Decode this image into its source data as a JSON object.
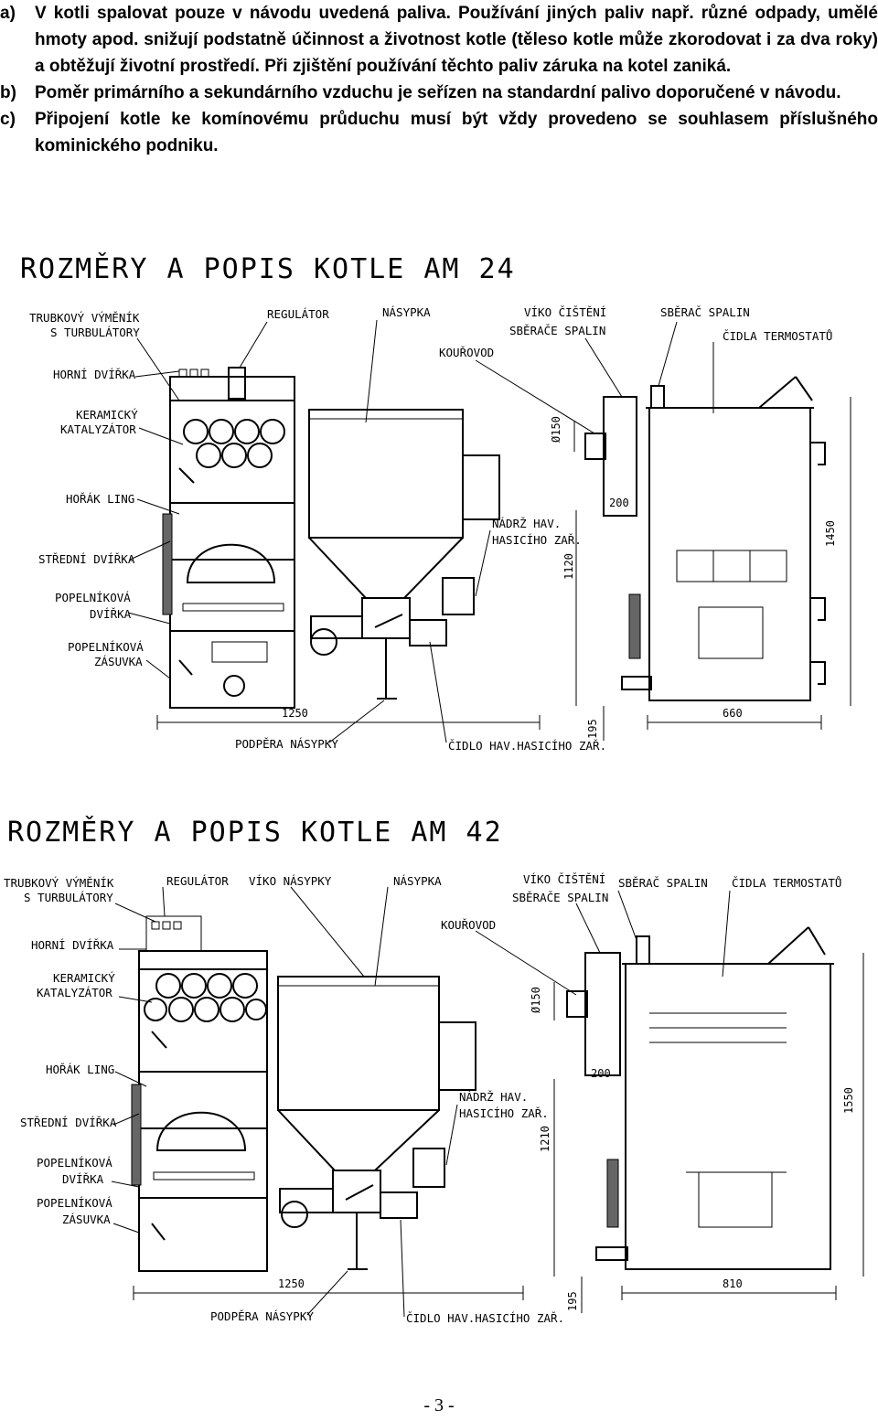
{
  "intro": [
    {
      "marker": "a)",
      "text": "V kotli spalovat pouze v návodu uvedená paliva. Používání jiných paliv např. různé odpady, umělé hmoty apod. snižují podstatně účinnost a životnost kotle (těleso kotle může zkorodovat i za dva roky) a obtěžují životní prostředí. Při zjištění používání těchto paliv záruka na kotel zaniká."
    },
    {
      "marker": "b)",
      "text": "Poměr primárního a sekundárního vzduchu je seřízen na standardní palivo doporučené v návodu."
    },
    {
      "marker": "c)",
      "text": "Připojení kotle ke komínovému průduchu musí být vždy provedeno se souhlasem příslušného kominického podniku."
    }
  ],
  "diagram1": {
    "title": "ROZMĚRY A POPIS KOTLE AM 24",
    "labels": {
      "trubkovy1": "TRUBKOVÝ VÝMĚNÍK",
      "trubkovy2": "S TURBULÁTORY",
      "regulator": "REGULÁTOR",
      "nasypka": "NÁSYPKA",
      "viko1": "VÍKO ČIŠTĚNÍ",
      "viko2": "SBĚRAČE SPALIN",
      "kourovod": "KOUŘOVOD",
      "sberac": "SBĚRAČ SPALIN",
      "cidla": "ČIDLA TERMOSTATŮ",
      "horni": "HORNÍ DVÍŘKA",
      "keram1": "KERAMICKÝ",
      "keram2": "KATALYZÁTOR",
      "horak": "HOŘÁK LING",
      "stredni": "STŘEDNÍ DVÍŘKA",
      "popel1": "POPELNÍKOVÁ",
      "popel2": "DVÍŘKA",
      "zas1": "POPELNÍKOVÁ",
      "zas2": "ZÁSUVKA",
      "nadrz1": "NÁDRŽ HAV.",
      "nadrz2": "HASICÍHO ZAŘ.",
      "podpera": "PODPĚRA NÁSYPKY",
      "cidlo": "ČIDLO HAV.HASICÍHO ZAŘ."
    },
    "dims": {
      "d150": "Ø150",
      "d200": "200",
      "d1120": "1120",
      "d1450": "1450",
      "d1250": "1250",
      "d195": "195",
      "d660": "660"
    }
  },
  "diagram2": {
    "title": "ROZMĚRY A POPIS KOTLE AM 42",
    "labels": {
      "trubkovy1": "TRUBKOVÝ VÝMĚNÍK",
      "trubkovy2": "S TURBULÁTORY",
      "regulator": "REGULÁTOR",
      "vikonas": "VÍKO NÁSYPKY",
      "nasypka": "NÁSYPKA",
      "viko1": "VÍKO ČIŠTĚNÍ",
      "viko2": "SBĚRAČE SPALIN",
      "kourovod": "KOUŘOVOD",
      "sberac": "SBĚRAČ SPALIN",
      "cidla": "ČIDLA TERMOSTATŮ",
      "horni": "HORNÍ DVÍŘKA",
      "keram1": "KERAMICKÝ",
      "keram2": "KATALYZÁTOR",
      "horak": "HOŘÁK LING",
      "stredni": "STŘEDNÍ DVÍŘKA",
      "popel1": "POPELNÍKOVÁ",
      "popel2": "DVÍŘKA",
      "zas1": "POPELNÍKOVÁ",
      "zas2": "ZÁSUVKA",
      "nadrz1": "NÁDRŽ HAV.",
      "nadrz2": "HASICÍHO ZAŘ.",
      "podpera": "PODPĚRA NÁSYPKY",
      "cidlo": "ČIDLO HAV.HASICÍHO ZAŘ."
    },
    "dims": {
      "d150": "Ø150",
      "d200": "200",
      "d1210": "1210",
      "d1550": "1550",
      "d1250": "1250",
      "d195": "195",
      "d810": "810"
    }
  },
  "footer": {
    "page": "- 3 -"
  }
}
